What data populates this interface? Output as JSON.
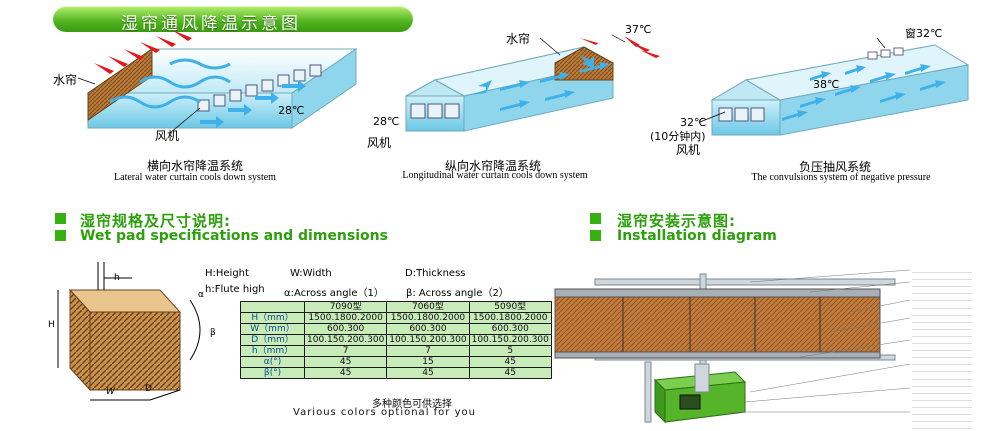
{
  "title": "湿帘通风降温示意图",
  "diagrams": {
    "lateral": {
      "label_curtain": "水帘",
      "label_fan": "风机",
      "label_temp": "28℃",
      "caption_cn": "横向水帘降温系统",
      "caption_en": "Lateral water curtain cools down system"
    },
    "longitudinal": {
      "label_curtain": "水帘",
      "label_fan": "风机",
      "label_temp_in": "37℃",
      "label_temp_out": "28℃",
      "caption_cn": "纵向水帘降温系统",
      "caption_en": "Longitudinal water curtain cools down system"
    },
    "negative": {
      "label_window": "窗32℃",
      "label_temp_mid": "38℃",
      "label_temp_fan": "32℃",
      "label_time": "(10分钟内)",
      "label_fan": "风机",
      "caption_cn": "负压抽风系统",
      "caption_en": "The convulsions system of negative pressure"
    }
  },
  "sections": {
    "specs_cn": "湿帘规格及尺寸说明:",
    "specs_en": "Wet pad specifications and dimensions",
    "install_cn": "湿帘安装示意图:",
    "install_en": "Installation diagram"
  },
  "pad_labels": {
    "h": "h",
    "H": "H",
    "W": "W",
    "D": "D",
    "alpha": "α",
    "beta": "β"
  },
  "spec_legend": {
    "height": "H:Height",
    "width": "W:Width",
    "thickness": "D:Thickness",
    "flute": "h:Flute  high",
    "alpha": "α:Across  angle（1）",
    "beta": "β: Across  angle（2）"
  },
  "table": {
    "headers": [
      "",
      "7090型",
      "7060型",
      "5090型"
    ],
    "rows": [
      [
        "H（mm）",
        "1500.1800.2000",
        "1500.1800.2000",
        "1500.1800.2000"
      ],
      [
        "W（mm）",
        "600.300",
        "600.300",
        "600.300"
      ],
      [
        "D（mm）",
        "100.150.200.300",
        "100.150.200.300",
        "100.150.200.300"
      ],
      [
        "h（mm）",
        "7",
        "7",
        "5"
      ],
      [
        "α(°)",
        "45",
        "15",
        "45"
      ],
      [
        "β(°)",
        "45",
        "45",
        "45"
      ]
    ]
  },
  "colors_cn": "多种颜色可供选择",
  "colors_en": "Various colors optional for you",
  "palette": {
    "green": "#37b011",
    "pad": "#b87833",
    "house": "#a8e4f2",
    "arrow_red": "#e4161b",
    "arrow_blue": "#3fb1e8"
  }
}
